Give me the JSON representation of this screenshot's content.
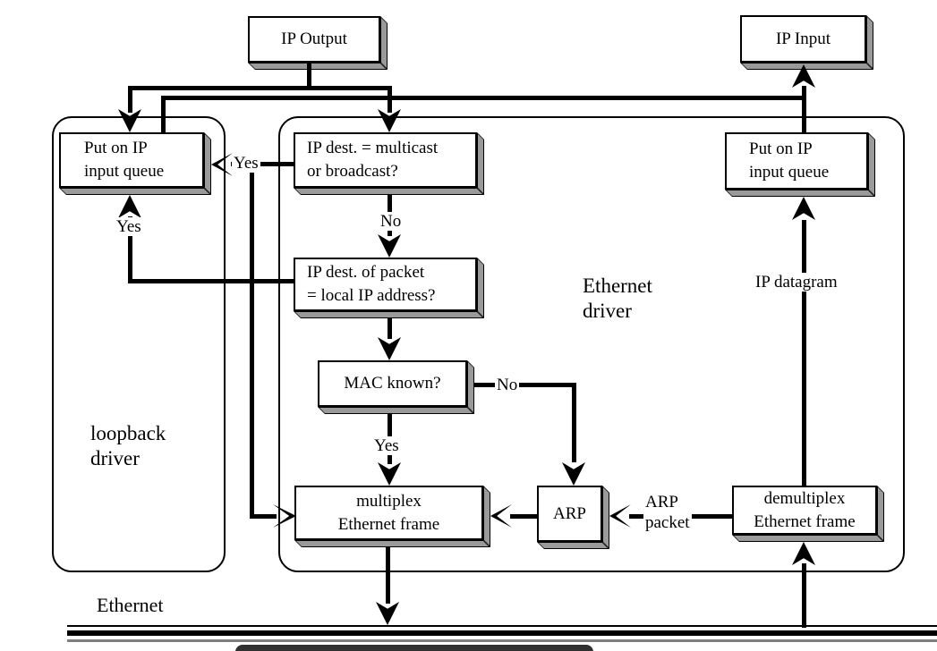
{
  "diagram": {
    "nodes": {
      "ip_output": {
        "label": "IP Output"
      },
      "ip_input": {
        "label": "IP Input"
      },
      "loopback_queue": {
        "line1": "Put on IP",
        "line2": "input queue"
      },
      "multicast_check": {
        "line1": "IP dest. = multicast",
        "line2": "or broadcast?"
      },
      "local_ip_check": {
        "line1": "IP dest. of packet",
        "line2": "= local IP address?"
      },
      "mac_known": {
        "label": "MAC known?"
      },
      "multiplex": {
        "line1": "multiplex",
        "line2": "Ethernet frame"
      },
      "arp": {
        "label": "ARP"
      },
      "demultiplex": {
        "line1": "demultiplex",
        "line2": "Ethernet frame"
      },
      "eth_queue": {
        "line1": "Put on IP",
        "line2": "input queue"
      }
    },
    "containers": {
      "loopback": {
        "line1": "loopback",
        "line2": "driver"
      },
      "ethernet": {
        "line1": "Ethernet",
        "line2": "driver"
      }
    },
    "edge_labels": {
      "multicast_yes": "Yes",
      "local_yes": "Yes",
      "multicast_no": "No",
      "mac_yes": "Yes",
      "mac_no": "No",
      "arp_packet_line1": "ARP",
      "arp_packet_line2": "packet",
      "ip_datagram": "IP datagram"
    },
    "wire_label": "Ethernet",
    "colors": {
      "box_fill": "#ffffff",
      "box_border": "#000000",
      "slab_shadow": "#9a9a9a",
      "line": "#000000",
      "wire_gray": "#7f7f7f",
      "bottom_bar": "#303030"
    }
  }
}
